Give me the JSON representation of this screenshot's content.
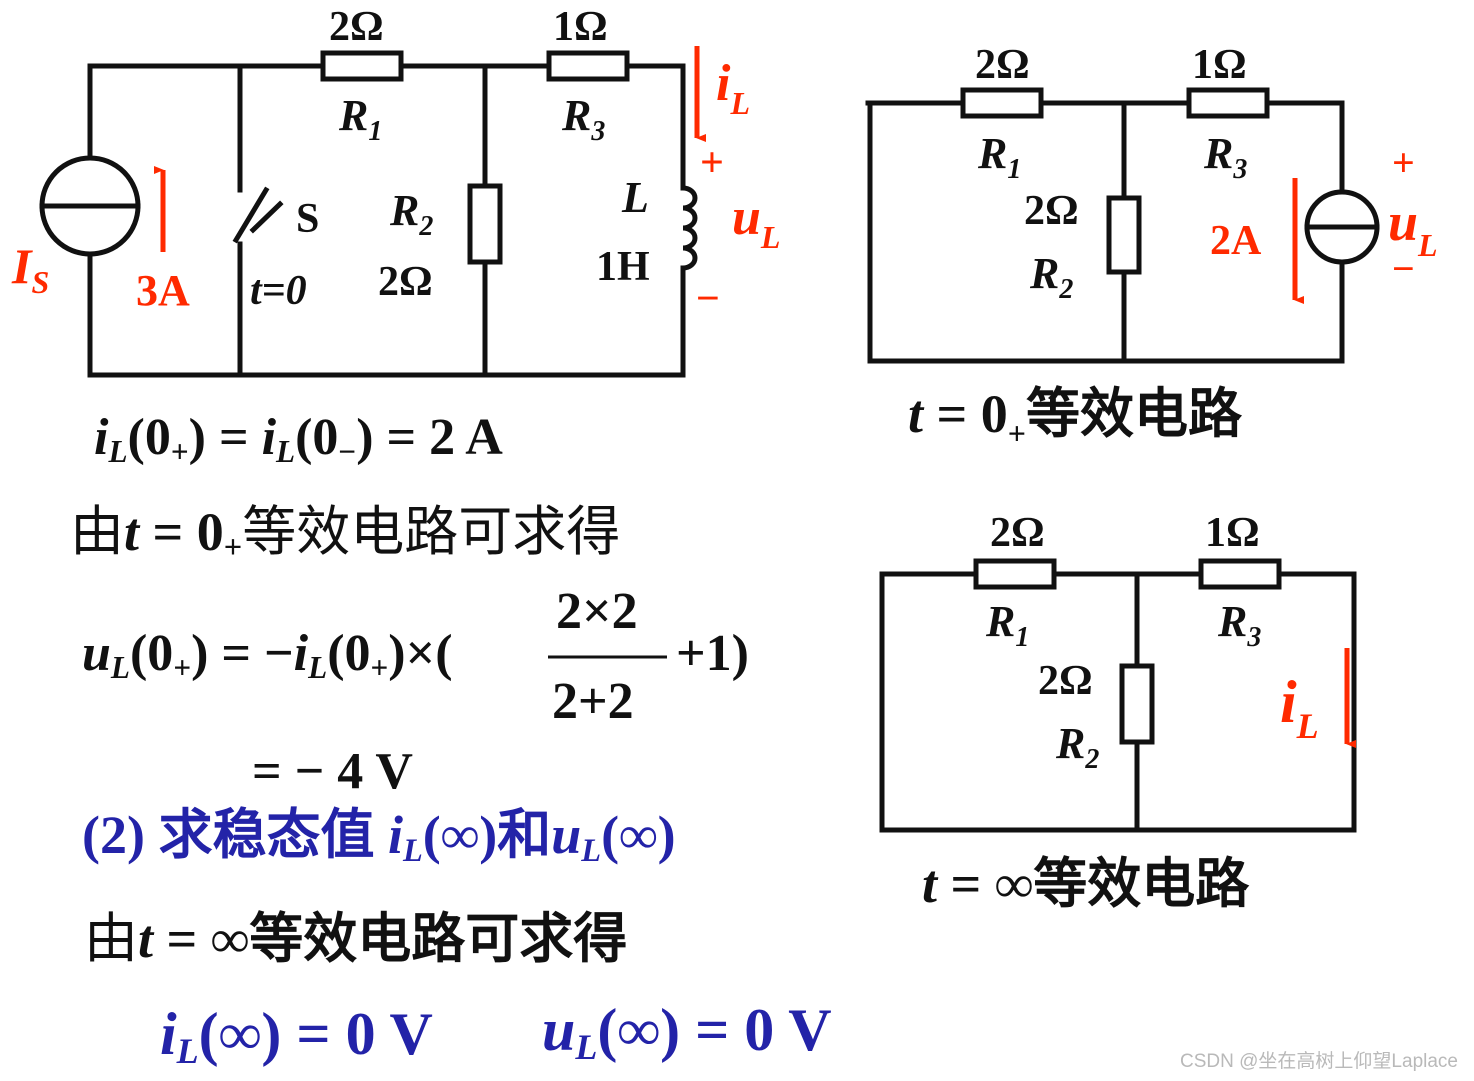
{
  "circuit_main": {
    "r1_value": "2Ω",
    "r1_name": "R",
    "r1_sub": "1",
    "r3_value": "1Ω",
    "r3_name": "R",
    "r3_sub": "3",
    "r2_name": "R",
    "r2_sub": "2",
    "r2_value": "2Ω",
    "il_name": "i",
    "il_sub": "L",
    "plus": "+",
    "minus": "−",
    "ul_name": "u",
    "ul_sub": "L",
    "l_name": "L",
    "l_value": "1H",
    "switch_name": "S",
    "switch_time": "t=0",
    "is_name": "I",
    "is_sub": "S",
    "is_value": "3A"
  },
  "circuit_0plus": {
    "r1_value": "2Ω",
    "r1_name": "R",
    "r1_sub": "1",
    "r3_value": "1Ω",
    "r3_name": "R",
    "r3_sub": "3",
    "r2_value": "2Ω",
    "r2_name": "R",
    "r2_sub": "2",
    "source_value": "2A",
    "plus": "+",
    "minus": "−",
    "ul_name": "u",
    "ul_sub": "L",
    "caption_t": "t",
    "caption_eq": " = 0",
    "caption_sub": "+",
    "caption_text": "等效电路"
  },
  "circuit_inf": {
    "r1_value": "2Ω",
    "r1_name": "R",
    "r1_sub": "1",
    "r3_value": "1Ω",
    "r3_name": "R",
    "r3_sub": "3",
    "r2_value": "2Ω",
    "r2_name": "R",
    "r2_sub": "2",
    "il_name": "i",
    "il_sub": "L",
    "caption_t": "t",
    "caption_eq": " = ∞",
    "caption_text": "等效电路"
  },
  "equations": {
    "eq1_lhs": "i",
    "eq1_sub1": "L",
    "eq1_a": "(0",
    "eq1_plus": "+",
    "eq1_b": ") = ",
    "eq1_c": "i",
    "eq1_sub2": "L",
    "eq1_d": "(0",
    "eq1_minus": "−",
    "eq1_e": ") = 2 A",
    "line2_a": "由",
    "line2_t": "t",
    "line2_b": " = 0",
    "line2_sub": "+",
    "line2_c": "等效电路可求得",
    "eq2_u": "u",
    "eq2_sub": "L",
    "eq2_a": "(0",
    "eq2_plus": "+",
    "eq2_b": ") = −",
    "eq2_i": "i",
    "eq2_isub": "L",
    "eq2_c": "(0",
    "eq2_plus2": "+",
    "eq2_d": ")×(",
    "frac_num": "2×2",
    "frac_den": "2+2",
    "eq2_e": "+1)",
    "eq3": "= − 4 V",
    "heading_a": "(2) 求稳态值 ",
    "heading_i": "i",
    "heading_isub": "L",
    "heading_b": "(∞)和",
    "heading_u": "u",
    "heading_usub": "L",
    "heading_c": "(∞)",
    "line5_a": "由",
    "line5_t": "t",
    "line5_b": " = ∞等效电路可求得",
    "eq6_i": "i",
    "eq6_isub": "L",
    "eq6_a": "(∞) = 0 V",
    "eq6_u": "u",
    "eq6_usub": "L",
    "eq6_b": "(∞) = 0 V"
  },
  "watermark": "CSDN @坐在高树上仰望Laplace"
}
